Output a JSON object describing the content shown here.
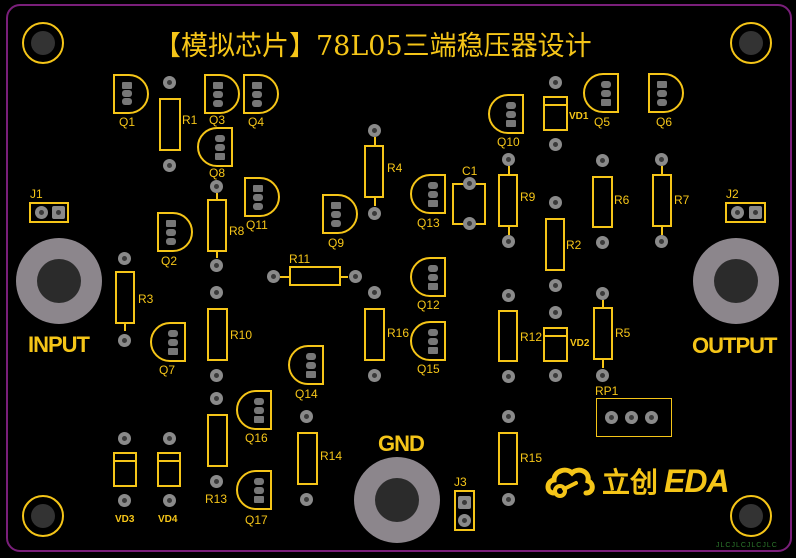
{
  "board": {
    "title": "【模拟芯片】78L05三端稳压器设计",
    "outline_color": "#7a1f7a",
    "silk_color": "#f5c518",
    "pad_color": "#8a8a8a",
    "background": "#000000"
  },
  "terminals": {
    "input": "INPUT",
    "output": "OUTPUT",
    "gnd": "GND"
  },
  "logo": {
    "cn": "立创",
    "en": "EDA"
  },
  "footer_mark": "JLCJLCJLCJLC",
  "components": {
    "transistors": [
      "Q1",
      "Q2",
      "Q3",
      "Q4",
      "Q5",
      "Q6",
      "Q7",
      "Q8",
      "Q9",
      "Q10",
      "Q11",
      "Q12",
      "Q13",
      "Q14",
      "Q15",
      "Q16",
      "Q17"
    ],
    "resistors": [
      "R1",
      "R2",
      "R3",
      "R4",
      "R5",
      "R6",
      "R7",
      "R8",
      "R9",
      "R10",
      "R11",
      "R12",
      "R13",
      "R14",
      "R15",
      "R16"
    ],
    "diodes": [
      "VD1",
      "VD2",
      "VD3",
      "VD4"
    ],
    "capacitors": [
      "C1"
    ],
    "connectors": [
      "J1",
      "J2",
      "J3"
    ],
    "potentiometers": [
      "RP1"
    ]
  },
  "labels": {
    "Q1": "Q1",
    "Q2": "Q2",
    "Q3": "Q3",
    "Q4": "Q4",
    "Q5": "Q5",
    "Q6": "Q6",
    "Q7": "Q7",
    "Q8": "Q8",
    "Q9": "Q9",
    "Q10": "Q10",
    "Q11": "Q11",
    "Q12": "Q12",
    "Q13": "Q13",
    "Q14": "Q14",
    "Q15": "Q15",
    "Q16": "Q16",
    "Q17": "Q17",
    "R1": "R1",
    "R2": "R2",
    "R3": "R3",
    "R4": "R4",
    "R5": "R5",
    "R6": "R6",
    "R7": "R7",
    "R8": "R8",
    "R9": "R9",
    "R10": "R10",
    "R11": "R11",
    "R12": "R12",
    "R13": "R13",
    "R14": "R14",
    "R15": "R15",
    "R16": "R16",
    "VD1": "VD1",
    "VD2": "VD2",
    "VD3": "VD3",
    "VD4": "VD4",
    "C1": "C1",
    "J1": "J1",
    "J2": "J2",
    "J3": "J3",
    "RP1": "RP1"
  }
}
